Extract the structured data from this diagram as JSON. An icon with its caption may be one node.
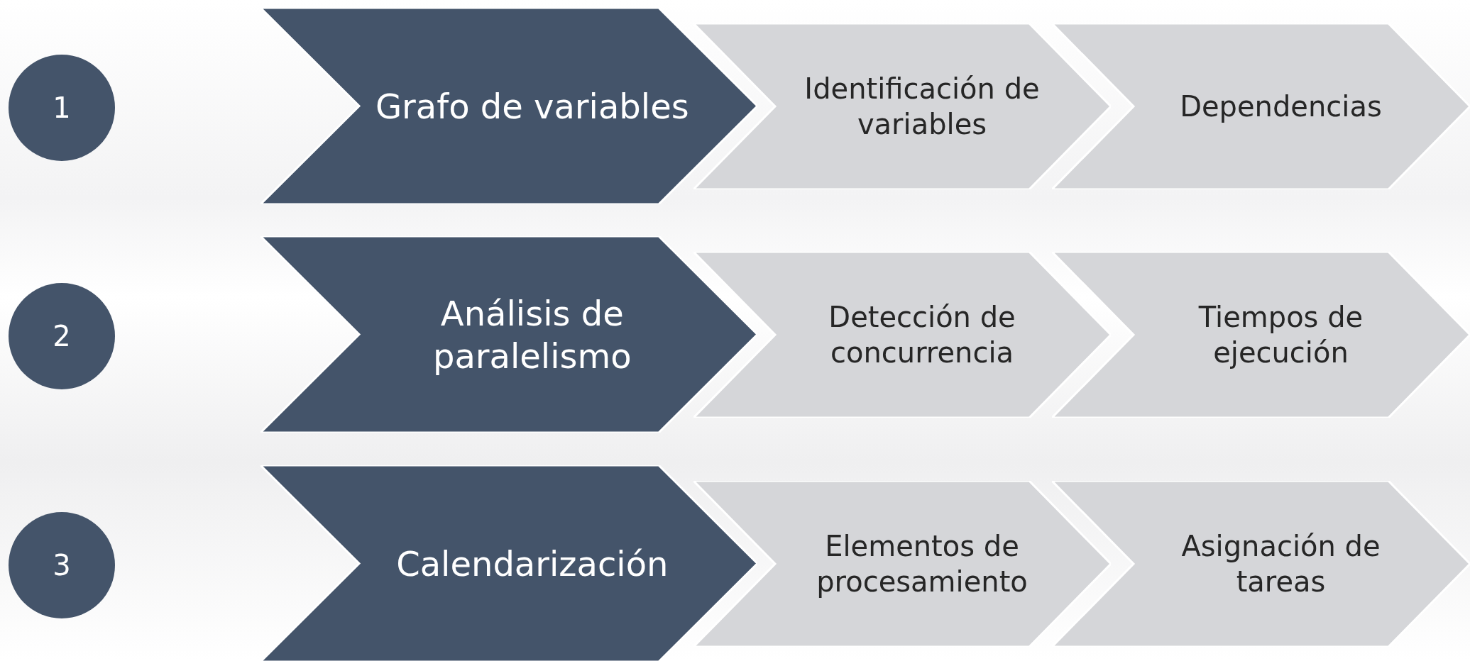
{
  "diagram": {
    "nodes": [
      {
        "text": [
          "1"
        ]
      },
      {
        "text": [
          "Grafo de variables"
        ]
      },
      {
        "text": [
          "Identificación de variables"
        ]
      },
      {
        "text": [
          "Dependencias"
        ]
      },
      {
        "text": [
          "2"
        ]
      },
      {
        "text": [
          "Análisis de paralelismo"
        ]
      },
      {
        "text": [
          "Detección de concurrencia"
        ]
      },
      {
        "text": [
          "Tiempos de ejecución"
        ]
      },
      {
        "text": [
          "3"
        ]
      },
      {
        "text": [
          "Calendarización"
        ]
      },
      {
        "text": [
          "Elementos de procesamiento"
        ]
      },
      {
        "text": [
          "Asignación de tareas"
        ]
      }
    ]
  }
}
